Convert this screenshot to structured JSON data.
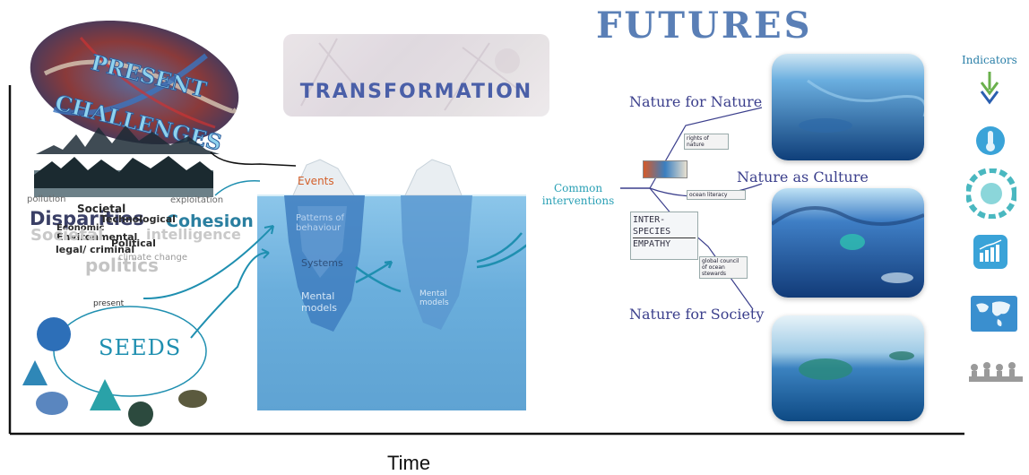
{
  "titles": {
    "futures": "FUTURES",
    "transformation": "TRANSFORMATION",
    "present_challenges_line1": "PRESENT",
    "present_challenges_line2": "CHALLENGES",
    "time_axis": "Time",
    "seeds": "SEEDS",
    "present_label": "present"
  },
  "challenges_words": {
    "pollution": "pollution",
    "exploitation": "exploitation",
    "disparities": "Disparities",
    "cohesion": "Cohesion",
    "societal": "Societal",
    "technological": "Technological",
    "economic": "Economic",
    "environmental": "Environmental",
    "political": "Political",
    "legal_criminal": "legal/ criminal",
    "politics": "politics",
    "climate_change": "climate change",
    "intelligence": "intelligence"
  },
  "iceberg_levels": {
    "events": "Events",
    "patterns": "Patterns of behaviour",
    "systems": "Systems",
    "mental_models": "Mental models",
    "mental_models_2": "Mental models"
  },
  "futures_section": {
    "common_interventions": "Common interventions",
    "nature_for_nature": "Nature for Nature",
    "nature_as_culture": "Nature as Culture",
    "nature_for_society": "Nature for Society",
    "rights_of_nature": "rights of nature",
    "ocean_literacy": "ocean literacy",
    "interspecies_1": "INTER-",
    "interspecies_2": "SPECIES",
    "empathy": "EMPATHY",
    "global_council_1": "global council",
    "global_council_2": "of ocean",
    "global_council_3": "stewards"
  },
  "indicators": {
    "label": "Indicators",
    "icons": [
      "thermometer-icon",
      "biodiversity-circle-icon",
      "bar-chart-icon",
      "world-map-icon",
      "meeting-people-icon"
    ]
  },
  "colors": {
    "futures_text": "#5a7fb6",
    "transformation_text": "#4a5fa8",
    "handwriting_label": "#3b3f8c",
    "teal_arrows": "#1f8fb0",
    "ocean": "#6aaedc",
    "indicator_blue": "#3aa3d8"
  }
}
